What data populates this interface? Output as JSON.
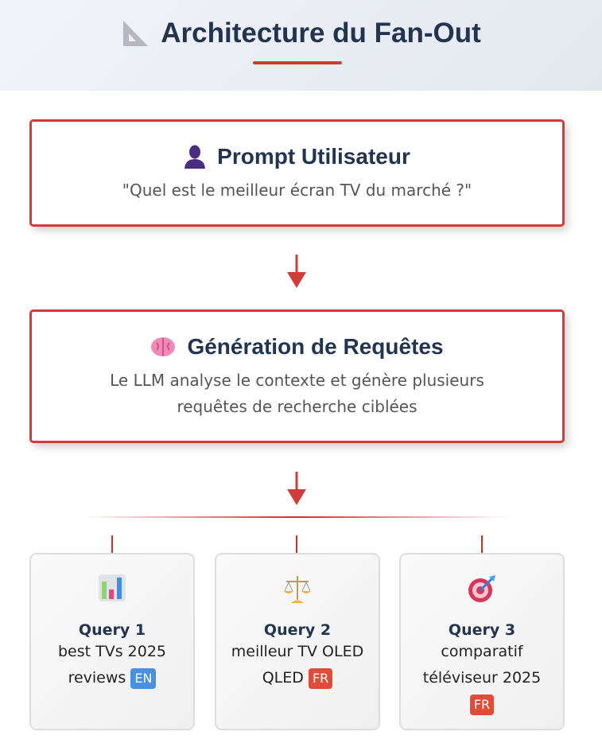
{
  "header": {
    "title": "Architecture du Fan-Out",
    "icon": "triangular-ruler-icon"
  },
  "prompt": {
    "title": "Prompt Utilisateur",
    "text": "\"Quel est le meilleur écran TV du marché ?\"",
    "icon": "user-silhouette-icon"
  },
  "generation": {
    "title": "Génération de Requêtes",
    "text": "Le LLM analyse le contexte et génère plusieurs requêtes de recherche ciblées",
    "icon": "brain-icon"
  },
  "colors": {
    "accent": "#d13c3a",
    "en": "#4a90e2",
    "fr": "#e04b3a",
    "title": "#22344f"
  },
  "queries": [
    {
      "title": "Query 1",
      "text": "best TVs 2025 reviews",
      "lang": "EN",
      "icon": "bar-chart-icon"
    },
    {
      "title": "Query 2",
      "text": "meilleur TV OLED QLED",
      "lang": "FR",
      "icon": "balance-scale-icon"
    },
    {
      "title": "Query 3",
      "text": "comparatif téléviseur 2025",
      "lang": "FR",
      "icon": "target-icon"
    }
  ]
}
